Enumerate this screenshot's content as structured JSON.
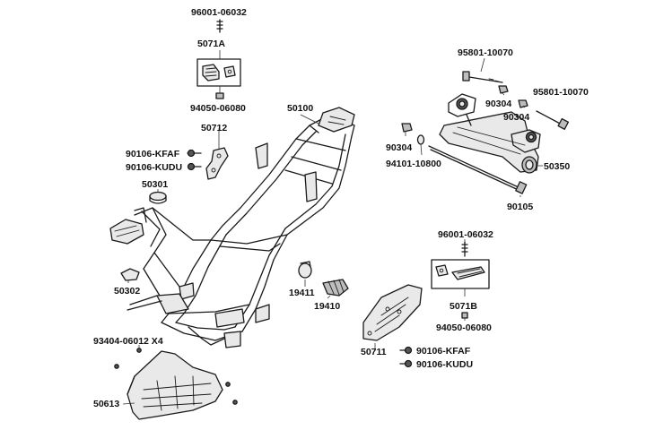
{
  "diagram": {
    "labels": {
      "p96001_top": "96001-06032",
      "p5071A": "5071A",
      "p94050_top": "94050-06080",
      "p50100": "50100",
      "p50712": "50712",
      "p90106_kfaf_top": "90106-KFAF",
      "p90106_kudu_top": "90106-KUDU",
      "p50301": "50301",
      "p50302": "50302",
      "p19411": "19411",
      "p19410": "19410",
      "p93404": "93404-06012 X4",
      "p50613": "50613",
      "p95801_top": "95801-10070",
      "p90304_mid": "90304",
      "p90304_right": "90304",
      "p95801_right": "95801-10070",
      "p90304_left": "90304",
      "p94101": "94101-10800",
      "p50350": "50350",
      "p90105": "90105",
      "p96001_bottom": "96001-06032",
      "p5071B": "5071B",
      "p94050_bottom": "94050-06080",
      "p50711": "50711",
      "p90106_kfaf_bottom": "90106-KFAF",
      "p90106_kudu_bottom": "90106-KUDU"
    }
  }
}
